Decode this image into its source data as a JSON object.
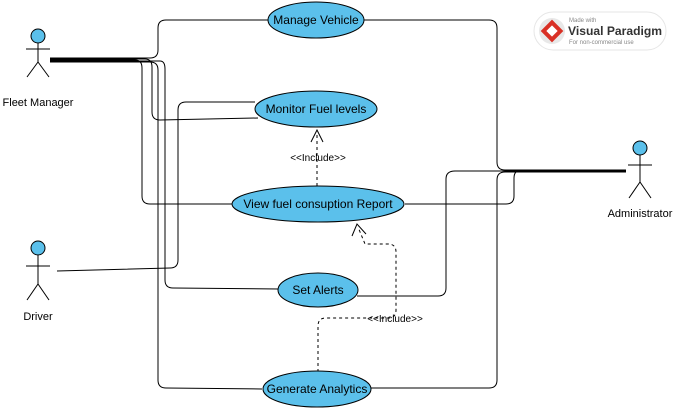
{
  "actors": [
    {
      "id": "fleet-manager",
      "label": "Fleet Manager"
    },
    {
      "id": "driver",
      "label": "Driver"
    },
    {
      "id": "administrator",
      "label": "Administrator"
    }
  ],
  "use_cases": [
    {
      "id": "manage-vehicle",
      "label": "Manage Vehicle"
    },
    {
      "id": "monitor-fuel",
      "label": "Monitor Fuel  levels"
    },
    {
      "id": "view-report",
      "label": "View fuel consuption Report"
    },
    {
      "id": "set-alerts",
      "label": "Set Alerts"
    },
    {
      "id": "generate-analytics",
      "label": "Generate Analytics"
    }
  ],
  "relations": [
    {
      "type": "include",
      "label": "<<Include>>",
      "from": "view-report",
      "to": "monitor-fuel"
    },
    {
      "type": "include",
      "label": "<<Include>>",
      "from": "generate-analytics",
      "to": "view-report"
    }
  ],
  "colors": {
    "usecase_fill": "#5bc0eb",
    "actor_fill": "#5bc0eb",
    "line": "#000000"
  },
  "watermark": {
    "made_with": "Made with",
    "brand": "Visual Paradigm",
    "sub": "For non-commercial use"
  }
}
